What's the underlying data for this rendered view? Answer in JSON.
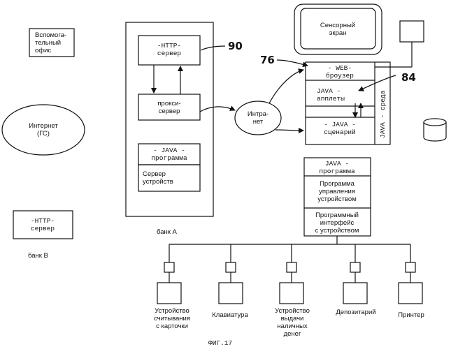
{
  "figure": {
    "caption": "ФИГ.17"
  },
  "nodes": {
    "aux_office": "Вспомога-\nтельный\nофис",
    "internet": "Интернет\n(ГС)",
    "http_server_b": "-HTTP-\nсервер",
    "bank_b": "банк В",
    "bank_a": "банк А",
    "http_server_a": "-HTTP-\nсервер",
    "proxy_server": "прокси-\nсервер",
    "java_program_a": "- JAVA -\nпрограмма",
    "device_server": "Сервер\nустройств",
    "intranet": "Интра-\nнет",
    "touch_screen": "Сенсорный\nэкран",
    "web_browser": "- WEB-\nброузер",
    "java_applets": "JAVA -\nапплеты",
    "java_script": "- JAVA -\nсценарий",
    "java_env": "JAVA - среда",
    "java_program_b": "JAVA -\nпрограмма",
    "device_control": "Программа\nуправления\nустройством",
    "device_api": "Программный\nинтерфейс\nс устройством",
    "card_reader": "Устройство\nсчитывания\nс карточки",
    "keyboard": "Клавиатура",
    "cash_dispenser": "Устройство\nвыдачи\nналичных\nденег",
    "depository": "Депозитарий",
    "printer": "Принтер"
  },
  "refs": {
    "r90": "90",
    "r76": "76",
    "r84": "84"
  }
}
